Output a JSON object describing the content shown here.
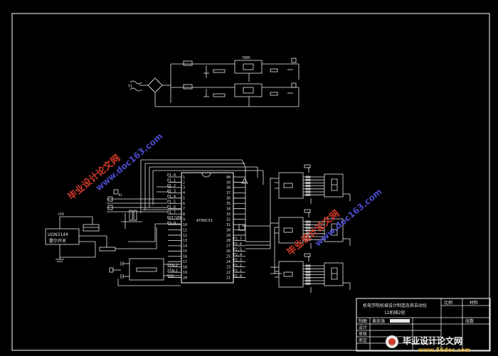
{
  "mcu": {
    "name": "AT89C51",
    "left_pins": [
      {
        "n": "1",
        "label": "P1.0"
      },
      {
        "n": "2",
        "label": "P1.1"
      },
      {
        "n": "3",
        "label": "P1.2"
      },
      {
        "n": "4",
        "label": "P1.3"
      },
      {
        "n": "5",
        "label": "P1.4"
      },
      {
        "n": "6",
        "label": "P1.5"
      },
      {
        "n": "7",
        "label": "P1.6"
      },
      {
        "n": "8",
        "label": "P1.7"
      },
      {
        "n": "9",
        "label": "RST/VPD"
      },
      {
        "n": "10",
        "label": "P3.0"
      },
      {
        "n": "11",
        "label": ""
      },
      {
        "n": "12",
        "label": ""
      },
      {
        "n": "13",
        "label": ""
      },
      {
        "n": "14",
        "label": ""
      },
      {
        "n": "15",
        "label": ""
      },
      {
        "n": "16",
        "label": ""
      },
      {
        "n": "17",
        "label": ""
      },
      {
        "n": "18",
        "label": "XTAL2"
      },
      {
        "n": "19",
        "label": "XTAL1"
      },
      {
        "n": "20",
        "label": "VSS"
      }
    ],
    "right_pins": [
      {
        "n": "40",
        "label": ""
      },
      {
        "n": "39",
        "label": ""
      },
      {
        "n": "38",
        "label": ""
      },
      {
        "n": "37",
        "label": ""
      },
      {
        "n": "36",
        "label": ""
      },
      {
        "n": "35",
        "label": ""
      },
      {
        "n": "34",
        "label": ""
      },
      {
        "n": "33",
        "label": ""
      },
      {
        "n": "32",
        "label": ""
      },
      {
        "n": "31",
        "label": ""
      },
      {
        "n": "30",
        "label": ""
      },
      {
        "n": "29",
        "label": ""
      },
      {
        "n": "28",
        "label": "P2.7"
      },
      {
        "n": "27",
        "label": "P2.6"
      },
      {
        "n": "26",
        "label": "P2.5"
      },
      {
        "n": "25",
        "label": "P2.4"
      },
      {
        "n": "24",
        "label": "P2.3"
      },
      {
        "n": "23",
        "label": "P2.2"
      },
      {
        "n": "22",
        "label": "P2.1"
      },
      {
        "n": "21",
        "label": "P2.0"
      }
    ]
  },
  "sensor_box": {
    "line1": "UGN3144",
    "line2": "霍尔开关"
  },
  "power_top_label": "7805",
  "title_block": {
    "title_line1": "机电学院机械设计制造及其自动化",
    "title_line2": "12机械2班",
    "scale_label": "比例",
    "material_label": "材料",
    "drawn_label": "制图",
    "designer_name": "黄凯强",
    "design_label": "设计",
    "check_label": "审核",
    "review_label": "审定",
    "sheet_label": "张数"
  },
  "watermarks": {
    "site_cn": "毕业设计论文网",
    "site_url": "www.doc163.com",
    "corner_cn": "毕业设计论文网",
    "corner_url": "www.56doc.com"
  }
}
